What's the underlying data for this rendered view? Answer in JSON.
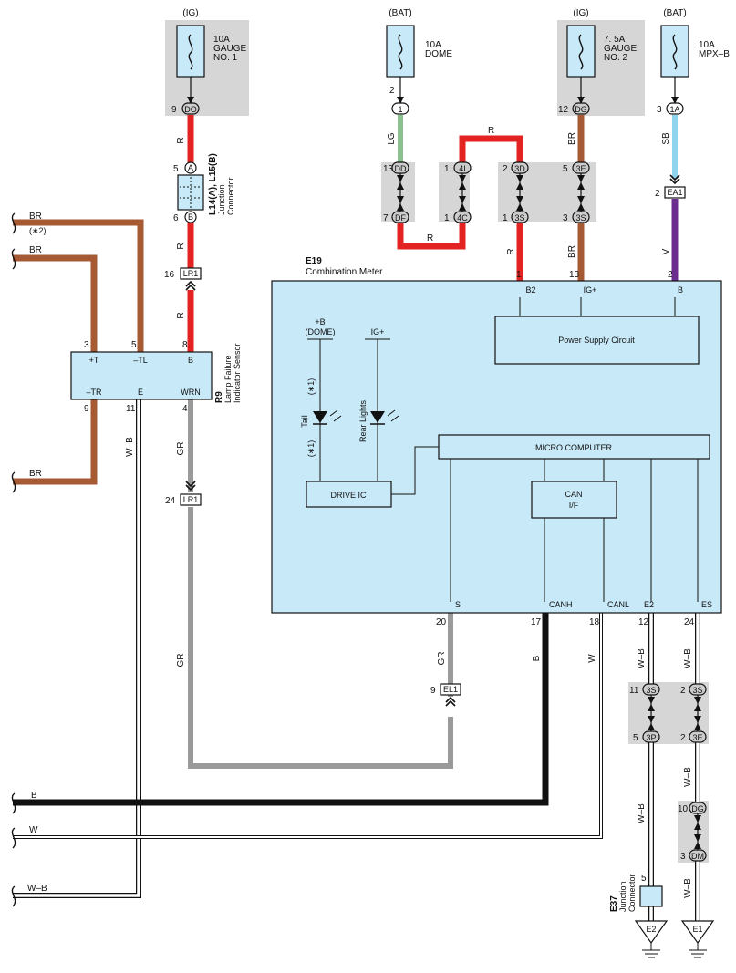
{
  "fuses": [
    {
      "source": "(IG)",
      "rating": "10A",
      "name1": "GAUGE",
      "name2": "NO. 1",
      "pin": "9",
      "conn": "DO"
    },
    {
      "source": "(BAT)",
      "rating": "10A",
      "name1": "DOME",
      "name2": "",
      "pin": "2",
      "conn": "1"
    },
    {
      "source": "(IG)",
      "rating": "7. 5A",
      "name1": "GAUGE",
      "name2": "NO. 2",
      "pin": "12",
      "conn": "DG"
    },
    {
      "source": "(BAT)",
      "rating": "10A",
      "name1": "MPX–B",
      "name2": "",
      "pin": "3",
      "conn": "1A"
    }
  ],
  "wire_colors": {
    "R": "#e32322",
    "BR": "#a65a33",
    "LG": "#8cc08e",
    "SB": "#8fd3ec",
    "V": "#6a2d8f",
    "B": "#111111",
    "W": "#ffffff",
    "GR": "#9a9a9a",
    "WB": "#ffffff"
  },
  "wire_labels": {
    "r": "R",
    "br": "BR",
    "lg": "LG",
    "sb": "SB",
    "v": "V",
    "b": "B",
    "w": "W",
    "gr": "GR",
    "wb": "W–B",
    "br_note": "(∗2)"
  },
  "junction": {
    "id": "L14(A), L15(B)",
    "name1": "Junction",
    "name2": "Connector",
    "pinA": "5",
    "connA": "A",
    "pinB": "6",
    "connB": "B"
  },
  "junction_blocks": [
    {
      "p1": "13",
      "c1": "DD",
      "p2": "7",
      "c2": "DF"
    },
    {
      "p1": "1",
      "c1": "4I",
      "p2": "1",
      "c2": "4C"
    },
    {
      "p1": "2",
      "c1": "3D",
      "p2": "1",
      "c2": "3S"
    },
    {
      "p1": "5",
      "c1": "3E",
      "p2": "3",
      "c2": "3S"
    }
  ],
  "inline_connectors": {
    "lr1_top": {
      "pin": "16",
      "conn": "LR1"
    },
    "ea1": {
      "pin": "2",
      "conn": "EA1"
    },
    "lr1_bottom": {
      "pin": "24",
      "conn": "LR1"
    },
    "el1": {
      "pin": "9",
      "conn": "EL1"
    }
  },
  "sensor": {
    "id": "R9",
    "name1": "Lamp Failure",
    "name2": "Indicator Sensor",
    "terminals": [
      "+T",
      "–TL",
      "B",
      "–TR",
      "E",
      "WRN"
    ],
    "pins": [
      "3",
      "5",
      "8",
      "9",
      "11",
      "4"
    ]
  },
  "meter": {
    "id": "E19",
    "name": "Combination Meter",
    "top_pins": [
      "1",
      "13",
      "2"
    ],
    "top_terms": [
      "B2",
      "IG+",
      "B"
    ],
    "power": "Power Supply Circuit",
    "micro": "MICRO COMPUTER",
    "drive": "DRIVE IC",
    "can1": "CAN",
    "can2": "I/F",
    "supply1": "+B",
    "supply2": "(DOME)",
    "supply3": "IG+",
    "tail": "Tail",
    "rear": "Rear Lights",
    "note": "(∗1)",
    "bottom_terms": [
      "S",
      "CANH",
      "CANL",
      "E2",
      "ES"
    ],
    "bottom_pins": [
      "20",
      "17",
      "18",
      "12",
      "24"
    ]
  },
  "lower_blocks": [
    {
      "p1": "11",
      "c1": "3S",
      "p2": "5",
      "c2": "3P"
    },
    {
      "p1": "2",
      "c1": "3S",
      "p2": "2",
      "c2": "3E"
    },
    {
      "p1": "10",
      "c1": "DG",
      "p2": "3",
      "c2": "DM"
    }
  ],
  "e37": {
    "id": "E37",
    "name1": "Junction",
    "name2": "Connector",
    "pin": "5"
  },
  "grounds": [
    "E2",
    "E1"
  ]
}
